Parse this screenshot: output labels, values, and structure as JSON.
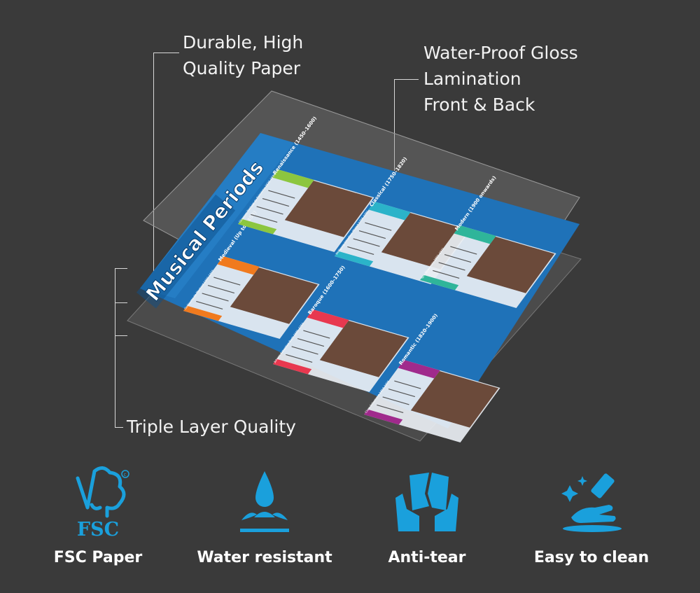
{
  "callouts": {
    "durable": [
      "Durable, High",
      "Quality Paper"
    ],
    "lamination": [
      "Water-Proof Gloss",
      "Lamination",
      "Front & Back"
    ],
    "triple": "Triple Layer Quality"
  },
  "poster": {
    "title": "Musical Periods",
    "periods": [
      {
        "name": "Medieval (Up to 1450)",
        "color": "#f07a1e",
        "composer": "Guillaume de Machaut 1300–1377"
      },
      {
        "name": "Renaissance (1450–1600)",
        "color": "#8cc63f",
        "composer": "Giovanni Pierluigi da Palestrina 1525–1594"
      },
      {
        "name": "Baroque (1600–1750)",
        "color": "#e8384f",
        "composer": "Johann Sebastian Bach 1685–1750"
      },
      {
        "name": "Classical (1750–1820)",
        "color": "#2bb3c9",
        "composer": "Wolfgang Amadeus Mozart 1756–1791"
      },
      {
        "name": "Romantic (1820–1900)",
        "color": "#a02a8c",
        "composer": "Clara Schumann 1819–1896"
      },
      {
        "name": "Modern (1900 onwards)",
        "color": "#2fb59a",
        "composer": "Igor Stravinsky 1882–1971"
      }
    ]
  },
  "features": [
    {
      "label": "FSC Paper",
      "icon": "fsc-tree-icon",
      "icon_text": "FSC"
    },
    {
      "label": "Water resistant",
      "icon": "water-drop-icon"
    },
    {
      "label": "Anti-tear",
      "icon": "torn-paper-hands-icon"
    },
    {
      "label": "Easy to clean",
      "icon": "cleaning-spray-icon"
    }
  ],
  "colors": {
    "background": "#3a3a3a",
    "accent_blue": "#1aa0dc",
    "poster_blue": "#1f72b8"
  }
}
